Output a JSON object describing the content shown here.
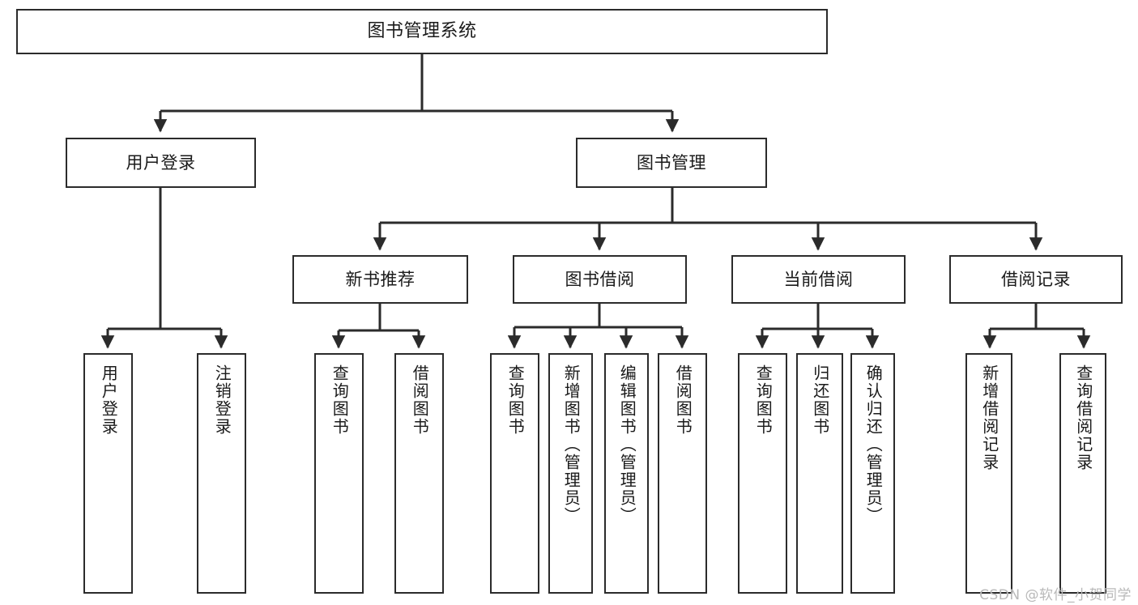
{
  "diagram": {
    "title": "图书管理系统",
    "type": "hierarchy-tree",
    "colors": {
      "box_border": "#2b2b2b",
      "box_fill": "#ffffff",
      "edge": "#2b2b2b",
      "text": "#1a1a1a",
      "watermark": "#b9b9b9",
      "background": "#ffffff"
    },
    "levels": {
      "root": {
        "label": "图书管理系统"
      },
      "level2": [
        {
          "label": "用户登录"
        },
        {
          "label": "图书管理"
        }
      ],
      "level3": [
        {
          "label": "新书推荐"
        },
        {
          "label": "图书借阅"
        },
        {
          "label": "当前借阅"
        },
        {
          "label": "借阅记录"
        }
      ],
      "leaves": {
        "user_login": [
          {
            "label": "用户登录"
          },
          {
            "label": "注销登录"
          }
        ],
        "new_book_recommend": [
          {
            "label": "查询图书"
          },
          {
            "label": "借阅图书"
          }
        ],
        "book_borrow": [
          {
            "label": "查询图书"
          },
          {
            "label": "新增图书（管理员）"
          },
          {
            "label": "编辑图书（管理员）"
          },
          {
            "label": "借阅图书"
          }
        ],
        "current_borrow": [
          {
            "label": "查询图书"
          },
          {
            "label": "归还图书"
          },
          {
            "label": "确认归还（管理员）"
          }
        ],
        "borrow_record": [
          {
            "label": "新增借阅记录"
          },
          {
            "label": "查询借阅记录"
          }
        ]
      }
    },
    "watermark": "CSDN @软件_小贺同学"
  }
}
